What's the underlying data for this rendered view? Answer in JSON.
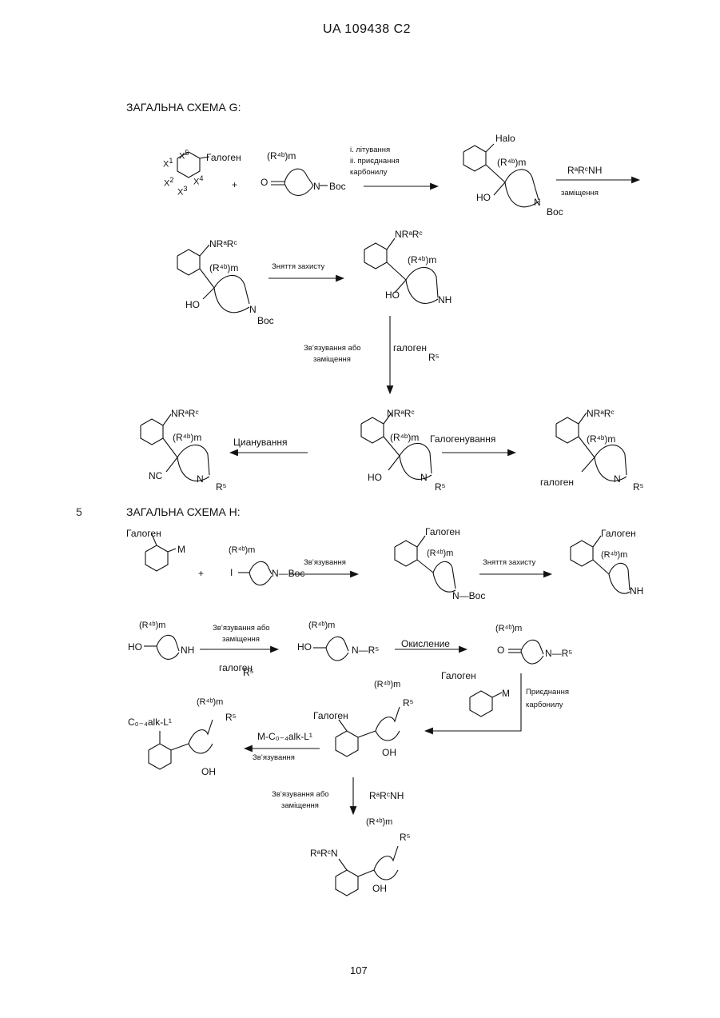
{
  "header": {
    "doc_id": "UA   109438   C2"
  },
  "page_number": "107",
  "line_number": "5",
  "scheme_g": {
    "title": "ЗАГАЛЬНА СХЕМА G:",
    "step1_conditions": [
      "i. літування",
      "ii. приєднання",
      "карбонилу"
    ],
    "step2_reagent": "RᵃRᶜNH",
    "step2_label": "заміщення",
    "step3_label": "Зняття захисту",
    "step4_label": [
      "Зв’язування або",
      "заміщення"
    ],
    "step4_reagent": "галоген",
    "step4_reagent_r": "R⁵",
    "cyanation": "Цианування",
    "halogenation": "Галогенування",
    "texts": {
      "halogen": "Галоген",
      "halo": "Halo",
      "boc": "Boc",
      "nh": "NH",
      "ho": "HO",
      "nc": "NC",
      "nrarc": "NRᵃRᶜ",
      "r4bm": "(R⁴ᵇ)m",
      "n": "N",
      "r5": "R⁵",
      "halogen_lc": "галоген",
      "plus": "+"
    }
  },
  "scheme_h": {
    "title": "ЗАГАЛЬНА СХЕМА H:",
    "coupling": "Зв’язування",
    "deprotection": "Зняття захисту",
    "coupling_or_sub": [
      "Зв’язування або",
      "заміщення"
    ],
    "oxidation": "Окисление",
    "carbonyl_add": [
      "Приєднання",
      "карбонилу"
    ],
    "m_reagent": "M-C₀₋₄alk-L¹",
    "c_alk": "C₀₋₄alk-L¹",
    "amine": "RᵃRᶜNH",
    "texts": {
      "halogen": "Галоген",
      "halogen_lc": "галоген",
      "m": "M",
      "i": "I",
      "boc": "N—Boc",
      "nh": "NH",
      "oh": "OH",
      "ho": "HO",
      "o": "O",
      "r5": "R⁵",
      "r4bm": "(R⁴ᵇ)m",
      "rarcn": "RᵃRᶜN",
      "plus": "+"
    }
  }
}
